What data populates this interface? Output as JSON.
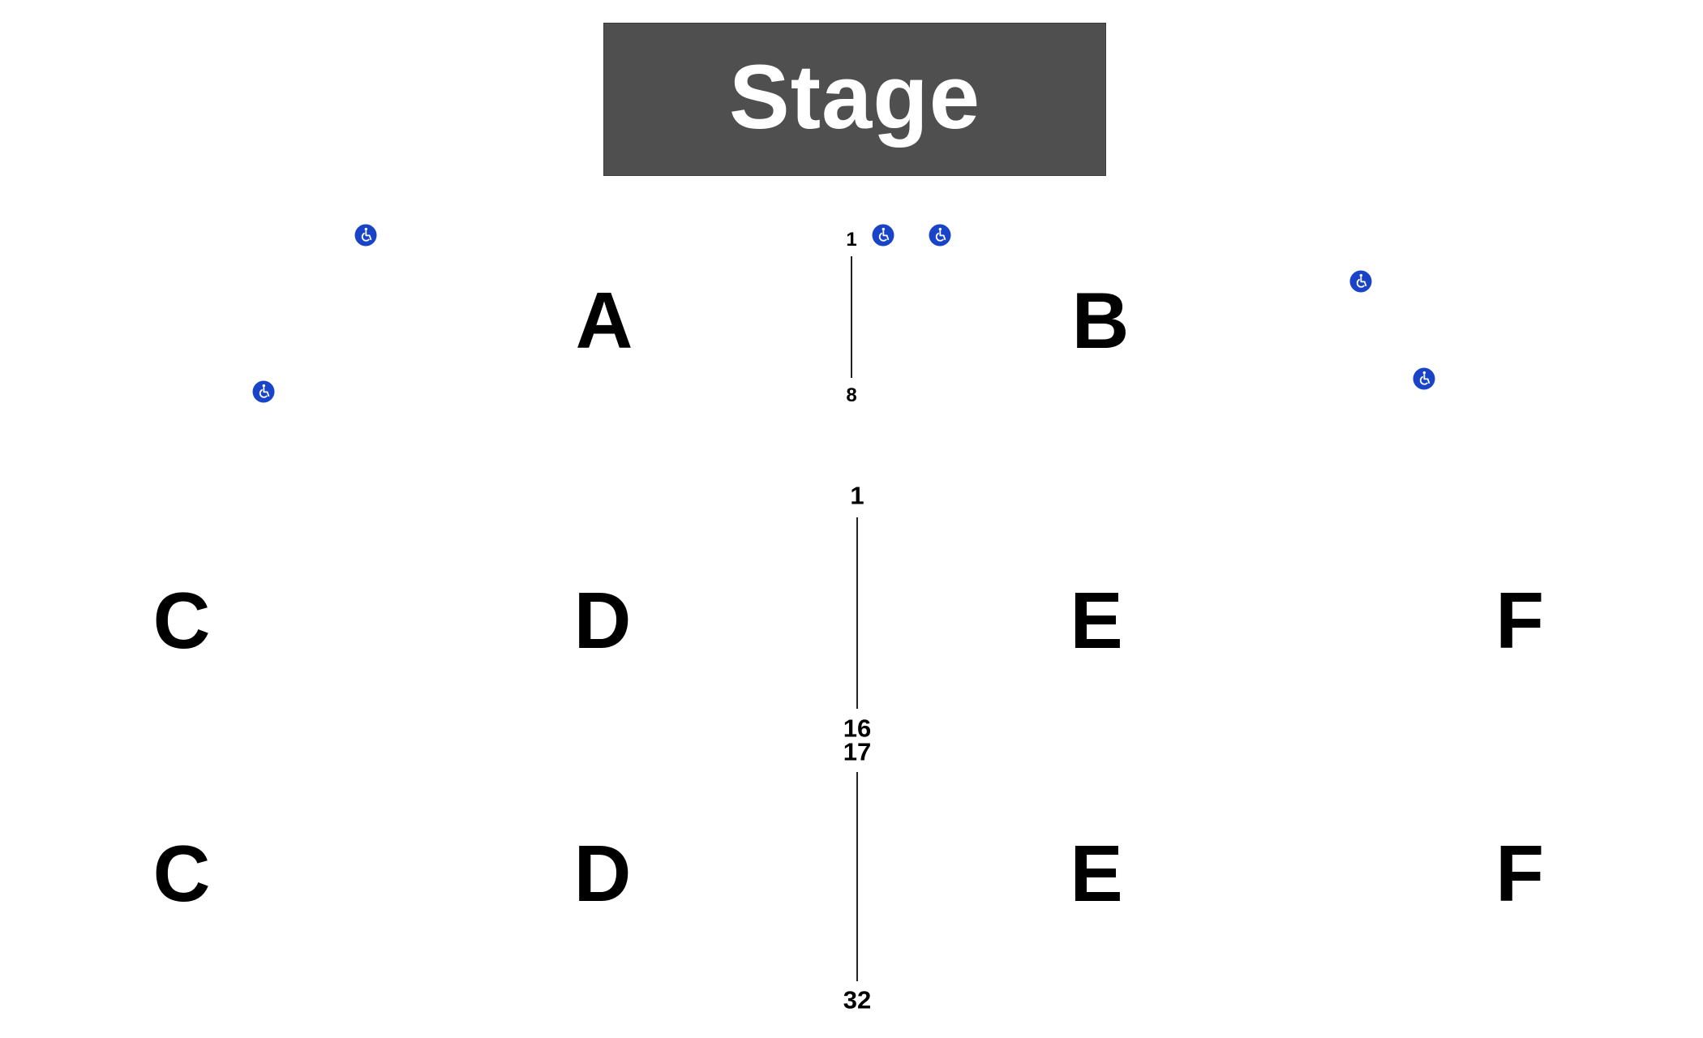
{
  "stage": {
    "label": "Stage",
    "color": "#4f4f4f"
  },
  "sections": [
    {
      "id": "A",
      "label": "A"
    },
    {
      "id": "B",
      "label": "B"
    },
    {
      "id": "C1",
      "label": "C"
    },
    {
      "id": "D1",
      "label": "D"
    },
    {
      "id": "E1",
      "label": "E"
    },
    {
      "id": "F1",
      "label": "F"
    },
    {
      "id": "C2",
      "label": "C"
    },
    {
      "id": "D2",
      "label": "D"
    },
    {
      "id": "E2",
      "label": "E"
    },
    {
      "id": "F2",
      "label": "F"
    }
  ],
  "row_markers": {
    "front_first": "1",
    "front_last": "8",
    "middle_first": "1",
    "middle_last": "16",
    "rear_first": "17",
    "rear_last": "32"
  },
  "accessibility": {
    "icon": "wheelchair-icon",
    "color": "#1a44c8",
    "count": 6
  }
}
